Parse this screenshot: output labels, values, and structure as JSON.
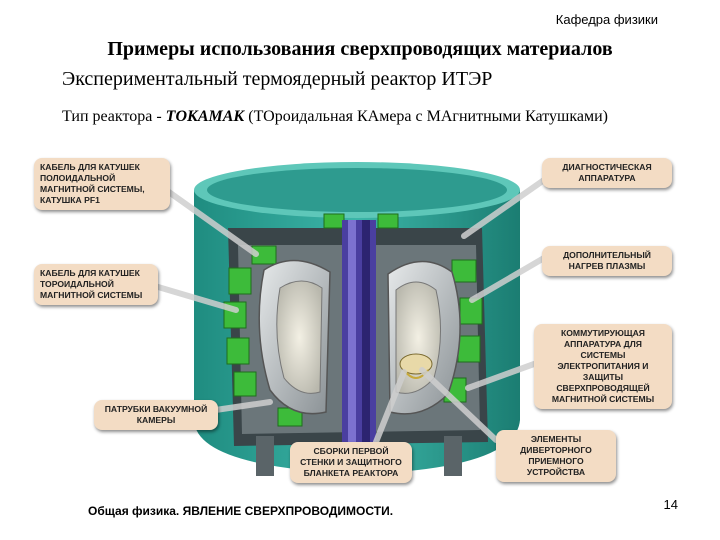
{
  "header": {
    "department": "Кафедра физики",
    "title": "Примеры использования сверхпроводящих материалов",
    "subtitle": "Экспериментальный термоядерный реактор ИТЭР",
    "reactor_type_prefix": "Тип реактора - ",
    "reactor_type_name": "ТОКАМАК",
    "reactor_type_suffix": "  (ТОроидальная КАмера с МАгнитными Катушками)"
  },
  "labels": {
    "pf_cable": "КАБЕЛЬ ДЛЯ КАТУШЕК\nПОЛОИДАЛЬНОЙ\nМАГНИТНОЙ СИСТЕМЫ,\nКАТУШКА PF1",
    "tf_cable": "КАБЕЛЬ ДЛЯ КАТУШЕК\nТОРОИДАЛЬНОЙ\nМАГНИТНОЙ СИСТЕМЫ",
    "vacuum_ports": "ПАТРУБКИ ВАКУУМНОЙ\nКАМЕРЫ",
    "first_wall": "СБОРКИ ПЕРВОЙ\nСТЕНКИ И ЗАЩИТНОГО\nБЛАНКЕТА РЕАКТОРА",
    "diagnostics": "ДИАГНОСТИЧЕСКАЯ\nАППАРАТУРА",
    "plasma_heating": "ДОПОЛНИТЕЛЬНЫЙ\nНАГРЕВ ПЛАЗМЫ",
    "switching": "КОММУТИРУЮЩАЯ\nАППАРАТУРА ДЛЯ\nСИСТЕМЫ\nЭЛЕКТРОПИТАНИЯ И\nЗАЩИТЫ\nСВЕРХПРОВОДЯЩЕЙ\nМАГНИТНОЙ СИСТЕМЫ",
    "divertor": "ЭЛЕМЕНТЫ\nДИВЕРТОРНОГО\nПРИЕМНОГО\nУСТРОЙСТВА"
  },
  "footer": {
    "text": "Общая физика. ЯВЛЕНИЕ СВЕРХПРОВОДИМОСТИ.",
    "page_number": "14"
  },
  "colors": {
    "cryostat": "#2aa397",
    "coil_green": "#3dbb3a",
    "label_fill": "#f3dcc4",
    "central_solenoid": "#4a3fa0"
  }
}
